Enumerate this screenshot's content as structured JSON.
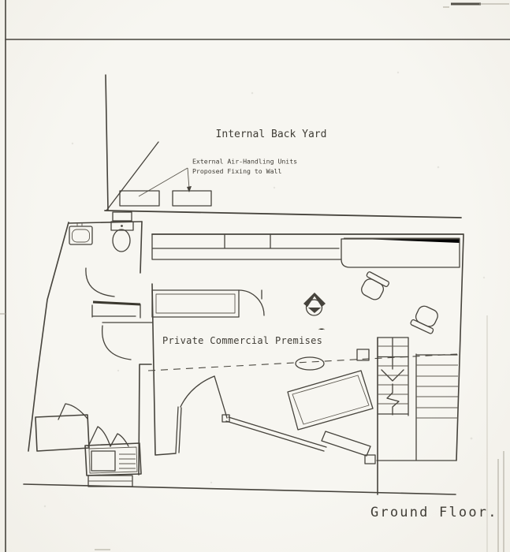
{
  "drawing": {
    "title": "Ground Floor.",
    "labels": {
      "yard": "Internal Back Yard",
      "ahu_line1": "External Air-Handling Units",
      "ahu_line2": "Proposed Fixing to Wall",
      "premises": "Private Commercial Premises"
    },
    "colors": {
      "paper": "#f5f4ef",
      "ink": "#46433c"
    }
  }
}
